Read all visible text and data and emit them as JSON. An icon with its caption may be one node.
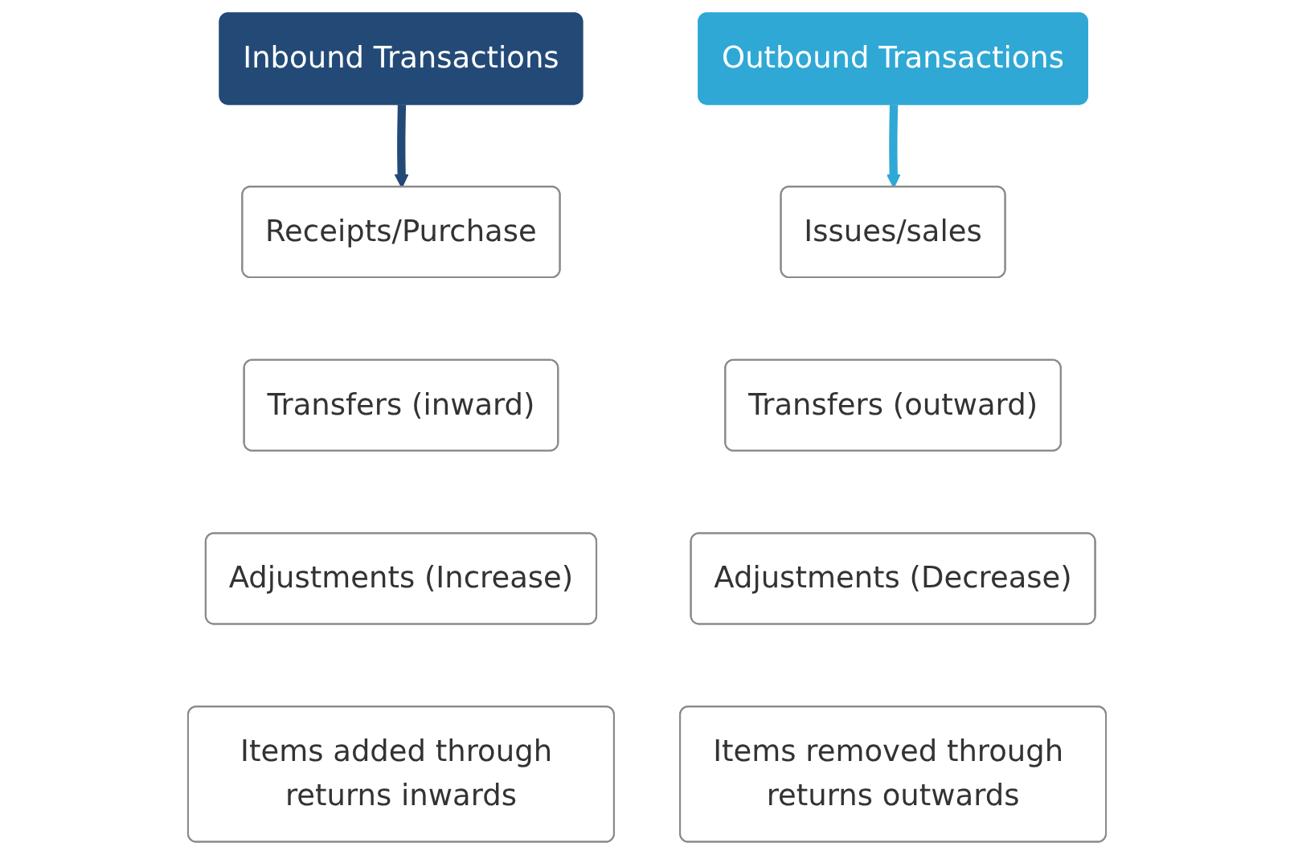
{
  "diagram": {
    "nodes": [
      {
        "text": [
          "Inbound Transactions"
        ]
      },
      {
        "text": [
          "Receipts/Purchase"
        ]
      },
      {
        "text": [
          "Transfers (inward)"
        ]
      },
      {
        "text": [
          "Adjustments (Increase)"
        ]
      },
      {
        "text": [
          "Items added through returns inwards"
        ]
      },
      {
        "text": [
          "Outbound Transactions"
        ]
      },
      {
        "text": [
          "Issues/sales"
        ]
      },
      {
        "text": [
          "Transfers (outward)"
        ]
      },
      {
        "text": [
          "Adjustments (Decrease)"
        ]
      },
      {
        "text": [
          "Items removed through returns outwards"
        ]
      }
    ],
    "edges": [
      {
        "from": 0,
        "to": 1,
        "arrow": "to",
        "color": "#234a77"
      },
      {
        "from": 5,
        "to": 6,
        "arrow": "to",
        "color": "#2fa8d5"
      }
    ]
  }
}
